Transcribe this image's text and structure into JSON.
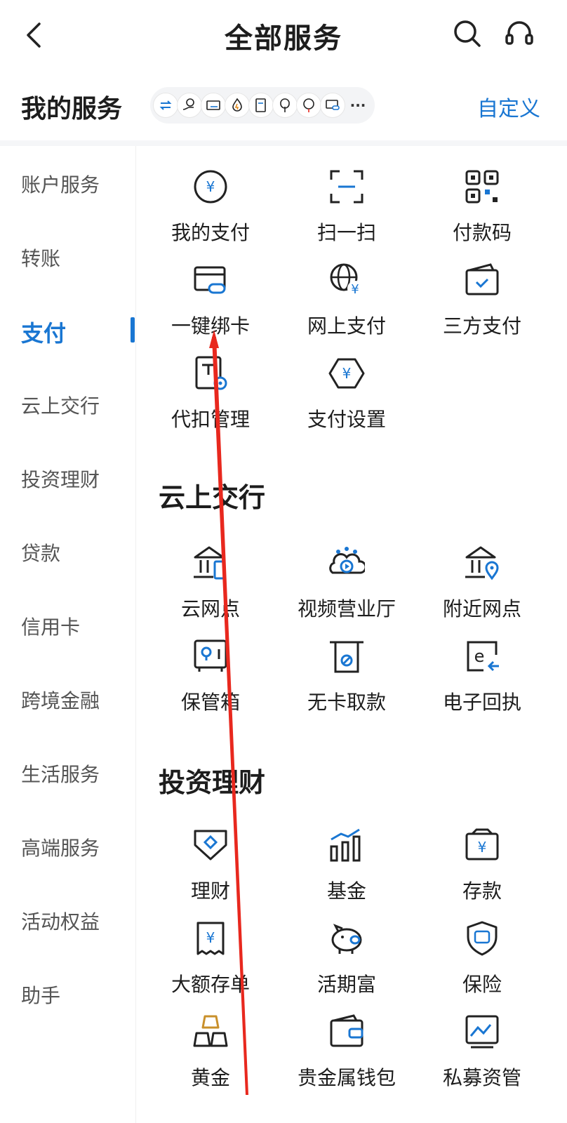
{
  "header": {
    "title": "全部服务",
    "back_icon": "chevron-left-icon",
    "search_icon": "search-icon",
    "support_icon": "headset-icon"
  },
  "my_services": {
    "title": "我的服务",
    "customize_label": "自定义",
    "icons": [
      "transfer-icon",
      "payment-hand-icon",
      "card-icon",
      "fire-icon",
      "bill-icon",
      "tree-icon",
      "balloon-icon",
      "link-card-icon",
      "more-icon"
    ],
    "more_label": "···"
  },
  "sidebar": {
    "items": [
      {
        "label": "账户服务"
      },
      {
        "label": "转账"
      },
      {
        "label": "支付",
        "active": true
      },
      {
        "label": "云上交行"
      },
      {
        "label": "投资理财"
      },
      {
        "label": "贷款"
      },
      {
        "label": "信用卡"
      },
      {
        "label": "跨境金融"
      },
      {
        "label": "生活服务"
      },
      {
        "label": "高端服务"
      },
      {
        "label": "活动权益"
      },
      {
        "label": "助手"
      }
    ]
  },
  "sections": {
    "payment": {
      "items": [
        {
          "label": "我的支付",
          "icon": "yuan-circle-icon"
        },
        {
          "label": "扫一扫",
          "icon": "scan-icon"
        },
        {
          "label": "付款码",
          "icon": "qr-code-icon"
        },
        {
          "label": "一键绑卡",
          "icon": "bind-card-icon"
        },
        {
          "label": "网上支付",
          "icon": "globe-yuan-icon"
        },
        {
          "label": "三方支付",
          "icon": "wallet-check-icon"
        },
        {
          "label": "代扣管理",
          "icon": "doc-gear-icon"
        },
        {
          "label": "支付设置",
          "icon": "hexagon-yuan-icon"
        }
      ]
    },
    "cloud": {
      "title": "云上交行",
      "items": [
        {
          "label": "云网点",
          "icon": "bank-phone-icon"
        },
        {
          "label": "视频营业厅",
          "icon": "video-hall-icon"
        },
        {
          "label": "附近网点",
          "icon": "bank-pin-icon"
        },
        {
          "label": "保管箱",
          "icon": "safe-box-icon"
        },
        {
          "label": "无卡取款",
          "icon": "atm-icon"
        },
        {
          "label": "电子回执",
          "icon": "e-receipt-icon"
        }
      ]
    },
    "invest": {
      "title": "投资理财",
      "items": [
        {
          "label": "理财",
          "icon": "diamond-badge-icon"
        },
        {
          "label": "基金",
          "icon": "bar-chart-icon"
        },
        {
          "label": "存款",
          "icon": "deposit-box-icon"
        },
        {
          "label": "大额存单",
          "icon": "receipt-yuan-icon"
        },
        {
          "label": "活期富",
          "icon": "piggy-bank-icon"
        },
        {
          "label": "保险",
          "icon": "shield-bao-icon"
        },
        {
          "label": "黄金",
          "icon": "gold-bars-icon"
        },
        {
          "label": "贵金属钱包",
          "icon": "wallet-icon"
        },
        {
          "label": "私募资管",
          "icon": "chart-crown-icon"
        }
      ]
    }
  },
  "colors": {
    "accent": "#1976d2",
    "icon_dark": "#222222",
    "annotation": "#e8281e"
  }
}
